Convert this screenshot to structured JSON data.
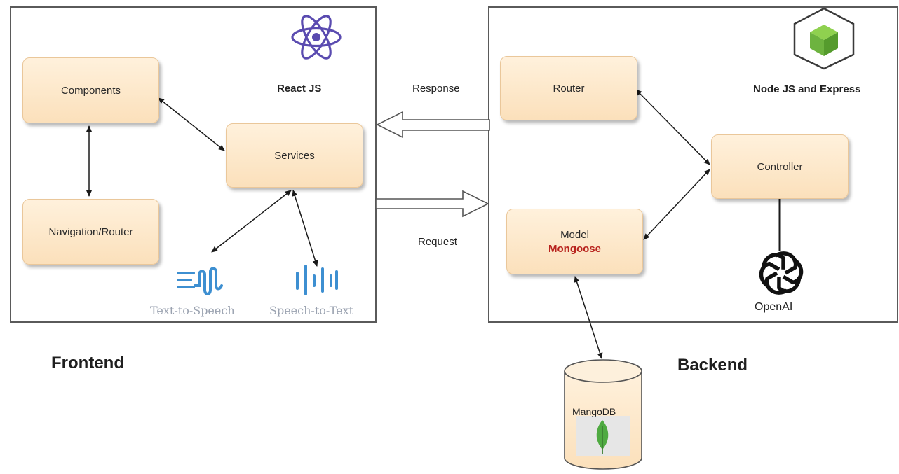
{
  "frontend": {
    "section_title": "Frontend",
    "tech_label": "React JS",
    "nodes": {
      "components": "Components",
      "navigation": "Navigation/Router",
      "services": "Services"
    },
    "tts_caption": "Text-to-Speech",
    "stt_caption": "Speech-to-Text"
  },
  "backend": {
    "section_title": "Backend",
    "tech_label": "Node JS and Express",
    "nodes": {
      "router": "Router",
      "controller": "Controller",
      "model": "Model",
      "model_sub": "Mongoose"
    },
    "openai_label": "OpenAI"
  },
  "arrows": {
    "response": "Response",
    "request": "Request"
  },
  "database": {
    "label": "MangoDB"
  },
  "colors": {
    "node_fill": "#fbe0bb",
    "mongoose_text": "#b8231d",
    "react_icon": "#5a4bb0",
    "node_icon": "#6db33f",
    "mongodb_leaf": "#4faa41",
    "speech_icon": "#3d8fd1"
  },
  "icons": [
    "react-logo-icon",
    "nodejs-logo-icon",
    "openai-logo-icon",
    "text-to-speech-icon",
    "speech-to-text-icon",
    "mongodb-leaf-icon"
  ]
}
